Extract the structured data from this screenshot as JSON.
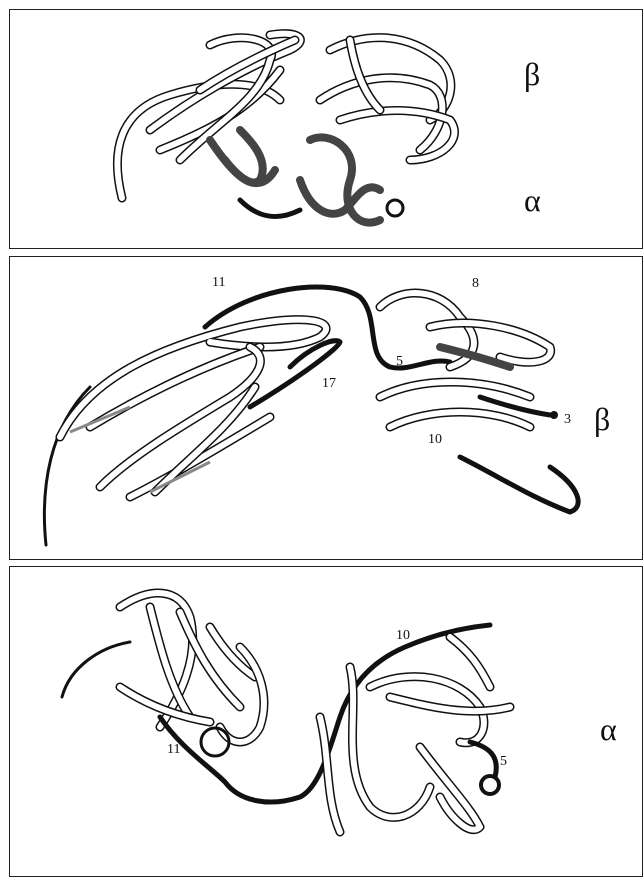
{
  "panels": [
    {
      "labels": {
        "upper": "β",
        "lower": "α"
      }
    },
    {
      "label": "β",
      "numbers": [
        "11",
        "8",
        "5",
        "17",
        "3",
        "10"
      ]
    },
    {
      "label": "α",
      "numbers": [
        "10",
        "11",
        "5"
      ]
    }
  ]
}
